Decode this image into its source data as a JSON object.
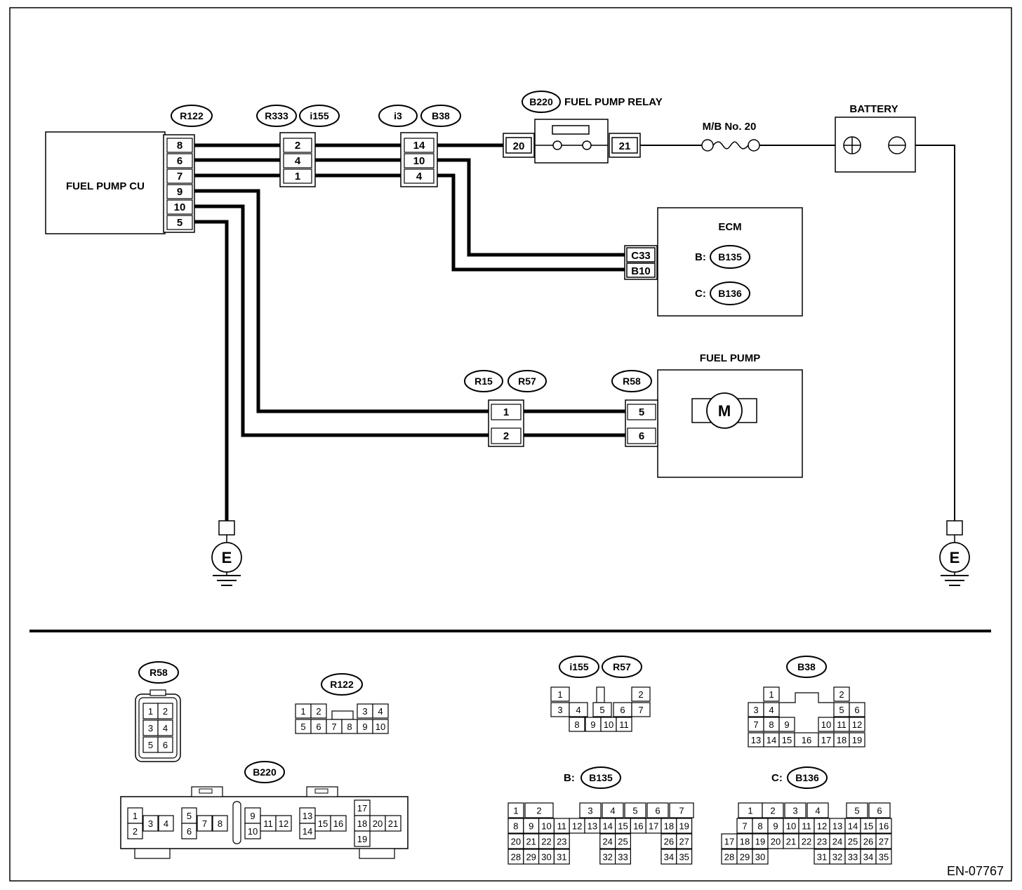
{
  "footer_code": "EN-07767",
  "components": {
    "fuel_pump_cu": "FUEL PUMP CU",
    "fuel_pump_relay": "FUEL PUMP RELAY",
    "battery": "BATTERY",
    "fuse": "M/B No. 20",
    "ecm": "ECM",
    "fuel_pump": "FUEL PUMP",
    "motor": "M",
    "ground": "E",
    "ecm_b_prefix": "B:",
    "ecm_c_prefix": "C:"
  },
  "connectors": {
    "r122": "R122",
    "r333": "R333",
    "i155": "i155",
    "i3": "i3",
    "b38": "B38",
    "b220": "B220",
    "b135": "B135",
    "b136": "B136",
    "r15": "R15",
    "r57": "R57",
    "r58": "R58",
    "c33": "C33",
    "b10": "B10"
  },
  "pins": {
    "cu": [
      "8",
      "6",
      "7",
      "9",
      "10",
      "5"
    ],
    "r333": [
      "2",
      "4",
      "1"
    ],
    "i3": [
      "14",
      "10",
      "4"
    ],
    "relay_in": "20",
    "relay_out": "21",
    "r15": [
      "1",
      "2"
    ],
    "r58": [
      "5",
      "6"
    ]
  },
  "legend": {
    "b_prefix": "B:",
    "c_prefix": "C:",
    "r58_rows": [
      [
        "1",
        "2"
      ],
      [
        "3",
        "4"
      ],
      [
        "5",
        "6"
      ]
    ],
    "r122_rows": [
      [
        "1",
        "2",
        "",
        "",
        "3",
        "4"
      ],
      [
        "5",
        "6",
        "7",
        "8",
        "9",
        "10"
      ]
    ],
    "i155_rows": [
      [
        "1",
        "",
        "",
        "",
        "",
        "2"
      ],
      [
        "3",
        "4",
        "5",
        "6",
        "7"
      ],
      [
        "8",
        "9",
        "10",
        "11"
      ]
    ],
    "b38_rows": [
      [
        "1",
        "2"
      ],
      [
        "3",
        "4",
        "5",
        "6"
      ],
      [
        "7",
        "8",
        "9",
        "10",
        "11",
        "12"
      ],
      [
        "13",
        "14",
        "15",
        "16",
        "17",
        "18",
        "19"
      ]
    ],
    "b220_groups": [
      [
        "1",
        "2",
        "3",
        "4"
      ],
      [
        "5",
        "6",
        "7",
        "8"
      ],
      [
        "9",
        "10",
        "11",
        "12"
      ],
      [
        "13",
        "14",
        "15",
        "16"
      ],
      [
        "17",
        "18",
        "20",
        "21",
        "19"
      ]
    ],
    "b135_rows": [
      [
        "1",
        "2",
        "3",
        "4",
        "5",
        "6",
        "7"
      ],
      [
        "8",
        "9",
        "10",
        "11",
        "12",
        "13",
        "14",
        "15",
        "16",
        "17",
        "18",
        "19"
      ],
      [
        "20",
        "21",
        "22",
        "23",
        "24",
        "25",
        "26",
        "27"
      ],
      [
        "28",
        "29",
        "30",
        "31",
        "32",
        "33",
        "34",
        "35"
      ]
    ],
    "b136_rows": [
      [
        "1",
        "2",
        "3",
        "4",
        "5",
        "6"
      ],
      [
        "7",
        "8",
        "9",
        "10",
        "11",
        "12",
        "13",
        "14",
        "15",
        "16"
      ],
      [
        "17",
        "18",
        "19",
        "20",
        "21",
        "22",
        "23",
        "24",
        "25",
        "26",
        "27"
      ],
      [
        "28",
        "29",
        "30",
        "31",
        "32",
        "33",
        "34",
        "35"
      ]
    ]
  }
}
